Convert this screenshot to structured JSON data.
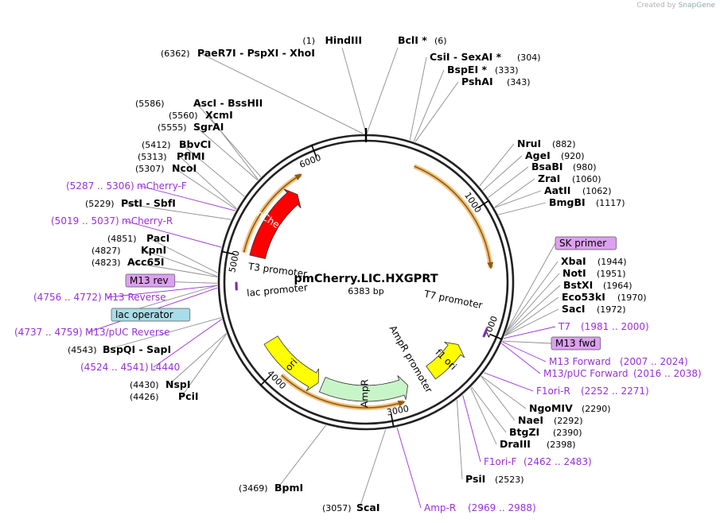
{
  "credit": {
    "prefix": "Created by",
    "brand": "SnapGene"
  },
  "plasmid": {
    "name": "pmCherry.LIC.HXGPRT",
    "length_label": "6383 bp",
    "length": 6383
  },
  "colors": {
    "backbone": "#000000",
    "site_line": "#8c8c8c",
    "primer": "#9b30d9",
    "mcherry": "#ff0000",
    "ori": "#ffff00",
    "ampr": "#c8f5c8",
    "orf": "#e09a28"
  },
  "ticks": [
    {
      "bp": 1000,
      "label": "1000"
    },
    {
      "bp": 2000,
      "label": "2000"
    },
    {
      "bp": 3000,
      "label": "3000"
    },
    {
      "bp": 4000,
      "label": "4000"
    },
    {
      "bp": 5000,
      "label": "5000"
    },
    {
      "bp": 6000,
      "label": "6000"
    }
  ],
  "features": [
    {
      "label": "mCherry",
      "start": 5020,
      "end": 5710,
      "dir": 1,
      "kind": "cds",
      "color": "#ff0000",
      "label_color": "#ffffff"
    },
    {
      "label": "ori",
      "start": 3640,
      "end": 4230,
      "dir": -1,
      "kind": "rep",
      "color": "#ffff00",
      "label_color": "#000000"
    },
    {
      "label": "AmpR",
      "start": 2800,
      "end": 3600,
      "dir": -1,
      "kind": "cds",
      "color": "#c8f5c8",
      "label_color": "#000000"
    },
    {
      "label": "f1 ori",
      "start": 2200,
      "end": 2560,
      "dir": -1,
      "kind": "rep",
      "color": "#ffff00",
      "label_color": "#000000"
    }
  ],
  "feature_texts": [
    {
      "label": "AmpR promoter",
      "bp": 2660
    },
    {
      "label": "T7 promoter",
      "bp": 1800
    },
    {
      "label": "lac promoter",
      "bp": 4690
    },
    {
      "label": "T3 promoter",
      "bp": 4920
    }
  ],
  "orf_arcs": [
    {
      "start": 400,
      "end": 1480,
      "dir": 1
    },
    {
      "start": 2880,
      "end": 3940,
      "dir": -1
    },
    {
      "start": 5030,
      "end": 5830,
      "dir": 1
    }
  ],
  "sites": [
    {
      "pos": "(1)",
      "name": "HindIII",
      "bp": 1,
      "side": "left",
      "primer": false
    },
    {
      "pos": "(6)",
      "name": "BclI *",
      "bp": 6,
      "side": "right",
      "primer": false
    },
    {
      "pos": "(304)",
      "name": "CsiI  -  SexAI *",
      "bp": 304,
      "side": "right",
      "primer": false
    },
    {
      "pos": "(333)",
      "name": "BspEI *",
      "bp": 333,
      "side": "right",
      "primer": false
    },
    {
      "pos": "(343)",
      "name": "PshAI",
      "bp": 343,
      "side": "right",
      "primer": false
    },
    {
      "pos": "(882)",
      "name": "NruI",
      "bp": 882,
      "side": "right",
      "primer": false
    },
    {
      "pos": "(920)",
      "name": "AgeI",
      "bp": 920,
      "side": "right",
      "primer": false
    },
    {
      "pos": "(980)",
      "name": "BsaBI",
      "bp": 980,
      "side": "right",
      "primer": false
    },
    {
      "pos": "(1060)",
      "name": "ZraI",
      "bp": 1060,
      "side": "right",
      "primer": false
    },
    {
      "pos": "(1062)",
      "name": "AatII",
      "bp": 1062,
      "side": "right",
      "primer": false
    },
    {
      "pos": "(1117)",
      "name": "BmgBI",
      "bp": 1117,
      "side": "right",
      "primer": false
    },
    {
      "pos": "",
      "name": "SK primer",
      "bp": 1935,
      "side": "right",
      "primer": false,
      "box": "#dda0f0"
    },
    {
      "pos": "(1944)",
      "name": "XbaI",
      "bp": 1944,
      "side": "right",
      "primer": false
    },
    {
      "pos": "(1951)",
      "name": "NotI",
      "bp": 1951,
      "side": "right",
      "primer": false
    },
    {
      "pos": "(1964)",
      "name": "BstXI",
      "bp": 1964,
      "side": "right",
      "primer": false
    },
    {
      "pos": "(1970)",
      "name": "Eco53kI",
      "bp": 1970,
      "side": "right",
      "primer": false
    },
    {
      "pos": "(1972)",
      "name": "SacI",
      "bp": 1972,
      "side": "right",
      "primer": false
    },
    {
      "pos": "(1981 .. 2000)",
      "name": "T7",
      "bp": 1990,
      "side": "right",
      "primer": true
    },
    {
      "pos": "",
      "name": "M13 fwd",
      "bp": 2010,
      "side": "right",
      "primer": false,
      "box": "#dda0f0"
    },
    {
      "pos": "(2007 .. 2024)",
      "name": "M13 Forward",
      "bp": 2015,
      "side": "right",
      "primer": true
    },
    {
      "pos": "(2016 .. 2038)",
      "name": "M13/pUC Forward",
      "bp": 2027,
      "side": "right",
      "primer": true
    },
    {
      "pos": "(2252 .. 2271)",
      "name": "F1ori-R",
      "bp": 2261,
      "side": "right",
      "primer": true
    },
    {
      "pos": "(2290)",
      "name": "NgoMIV",
      "bp": 2290,
      "side": "right",
      "primer": false
    },
    {
      "pos": "(2292)",
      "name": "NaeI",
      "bp": 2292,
      "side": "right",
      "primer": false
    },
    {
      "pos": "(2390)",
      "name": "BtgZI",
      "bp": 2390,
      "side": "right",
      "primer": false
    },
    {
      "pos": "(2398)",
      "name": "DraIII",
      "bp": 2398,
      "side": "right",
      "primer": false
    },
    {
      "pos": "(2462 .. 2483)",
      "name": "F1ori-F",
      "bp": 2472,
      "side": "right",
      "primer": true
    },
    {
      "pos": "(2523)",
      "name": "PsiI",
      "bp": 2523,
      "side": "right",
      "primer": false
    },
    {
      "pos": "(2969 .. 2988)",
      "name": "Amp-R",
      "bp": 2978,
      "side": "right",
      "primer": true
    },
    {
      "pos": "(3057)",
      "name": "ScaI",
      "bp": 3057,
      "side": "right",
      "primer": false
    },
    {
      "pos": "(3469)",
      "name": "BpmI",
      "bp": 3469,
      "side": "right",
      "primer": false
    },
    {
      "pos": "(4426)",
      "name": "PciI",
      "bp": 4426,
      "side": "right",
      "primer": false
    },
    {
      "pos": "(4430)",
      "name": "NspI",
      "bp": 4430,
      "side": "right",
      "primer": false
    },
    {
      "pos": "(4524 .. 4541)",
      "name": "L4440",
      "bp": 4532,
      "side": "right",
      "primer": true
    },
    {
      "pos": "(4543)",
      "name": "BspQI  -  SapI",
      "bp": 4543,
      "side": "right",
      "primer": false
    },
    {
      "pos": "(4737 .. 4759)",
      "name": "M13/pUC Reverse",
      "bp": 4748,
      "side": "right",
      "primer": true
    },
    {
      "pos": "",
      "name": "lac operator",
      "bp": 4765,
      "side": "right",
      "primer": false,
      "box": "#a8dce8"
    },
    {
      "pos": "(4756 .. 4772)",
      "name": "M13 Reverse",
      "bp": 4764,
      "side": "right",
      "primer": true
    },
    {
      "pos": "",
      "name": "M13 rev",
      "bp": 4780,
      "side": "right",
      "primer": false,
      "box": "#dda0f0"
    },
    {
      "pos": "(4823)",
      "name": "Acc65I",
      "bp": 4823,
      "side": "right",
      "primer": false
    },
    {
      "pos": "(4827)",
      "name": "KpnI",
      "bp": 4827,
      "side": "right",
      "primer": false
    },
    {
      "pos": "(4851)",
      "name": "PacI",
      "bp": 4851,
      "side": "right",
      "primer": false
    },
    {
      "pos": "(5019 .. 5037)",
      "name": "mCherry-R",
      "bp": 5028,
      "side": "right",
      "primer": true
    },
    {
      "pos": "(5229)",
      "name": "PstI  -  SbfI",
      "bp": 5229,
      "side": "right",
      "primer": false
    },
    {
      "pos": "(5287 .. 5306)",
      "name": "mCherry-F",
      "bp": 5296,
      "side": "right",
      "primer": true
    },
    {
      "pos": "(5307)",
      "name": "NcoI",
      "bp": 5307,
      "side": "right",
      "primer": false
    },
    {
      "pos": "(5313)",
      "name": "PflMI",
      "bp": 5313,
      "side": "right",
      "primer": false
    },
    {
      "pos": "(5412)",
      "name": "BbvCI",
      "bp": 5412,
      "side": "right",
      "primer": false
    },
    {
      "pos": "(5555)",
      "name": "SgrAI",
      "bp": 5555,
      "side": "right",
      "primer": false
    },
    {
      "pos": "(5560)",
      "name": "XcmI",
      "bp": 5560,
      "side": "right",
      "primer": false
    },
    {
      "pos": "(5586)",
      "name": "AscI  -  BssHII",
      "bp": 5586,
      "side": "right",
      "primer": false
    },
    {
      "pos": "(6362)",
      "name": "PaeR7I  -  PspXI  -  XhoI",
      "bp": 6362,
      "side": "right",
      "primer": false
    }
  ]
}
